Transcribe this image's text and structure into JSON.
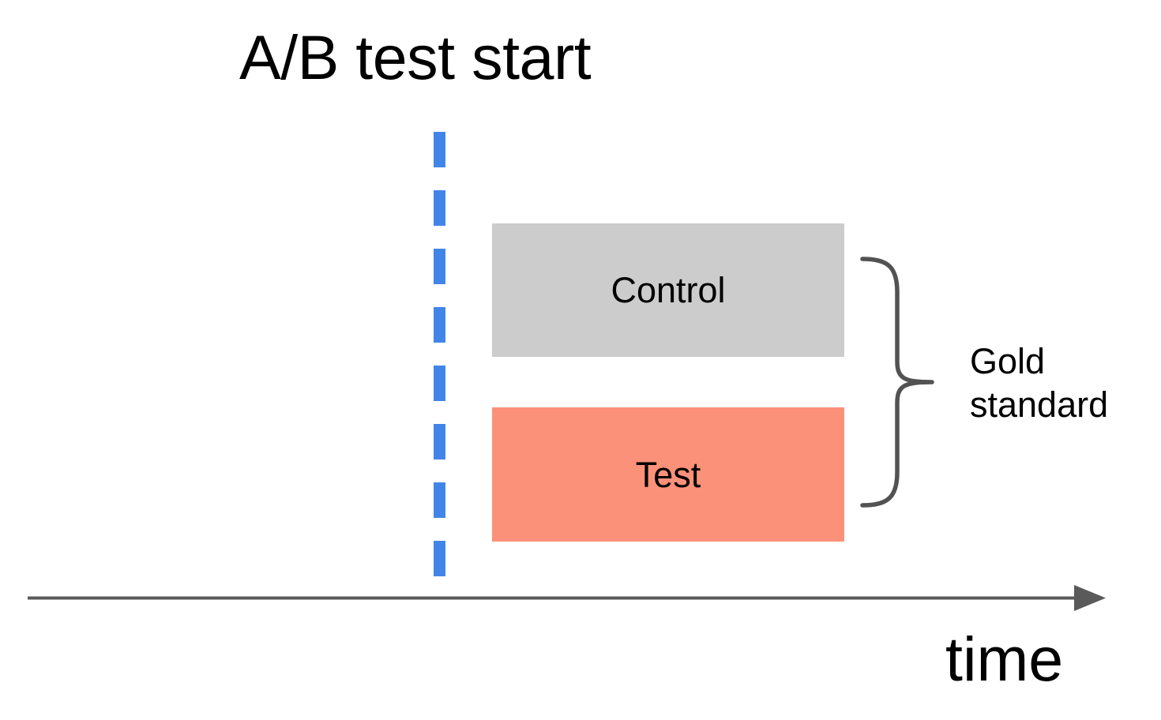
{
  "diagram": {
    "title": "A/B test start",
    "marker": {
      "name": "ab-test-start-marker",
      "style": "dashed-vertical",
      "color": "#4285e8"
    },
    "groups": [
      {
        "label": "Control",
        "color": "#cccccc"
      },
      {
        "label": "Test",
        "color": "#fc9179"
      }
    ],
    "annotation": {
      "brace_color": "#525252",
      "line1": "Gold",
      "line2": "standard"
    },
    "axis": {
      "label": "time",
      "color": "#5a5a5a",
      "arrow": "right"
    }
  },
  "chart_data": {
    "type": "diagram",
    "title": "A/B test start",
    "xlabel": "time",
    "description": "Timeline diagram: a dashed vertical line marks the A/B test start; two horizontal bars (Control in gray, Test in salmon) extend to the right of it, joined by a curly brace annotated 'Gold standard'.",
    "items": [
      {
        "name": "Control",
        "color": "#cccccc",
        "starts_at": "A/B test start",
        "row": 1
      },
      {
        "name": "Test",
        "color": "#fc9179",
        "starts_at": "A/B test start",
        "row": 2
      }
    ],
    "annotations": [
      {
        "text": "A/B test start",
        "type": "event-marker"
      },
      {
        "text": "Gold standard",
        "type": "brace-group",
        "covers": [
          "Control",
          "Test"
        ]
      }
    ]
  }
}
